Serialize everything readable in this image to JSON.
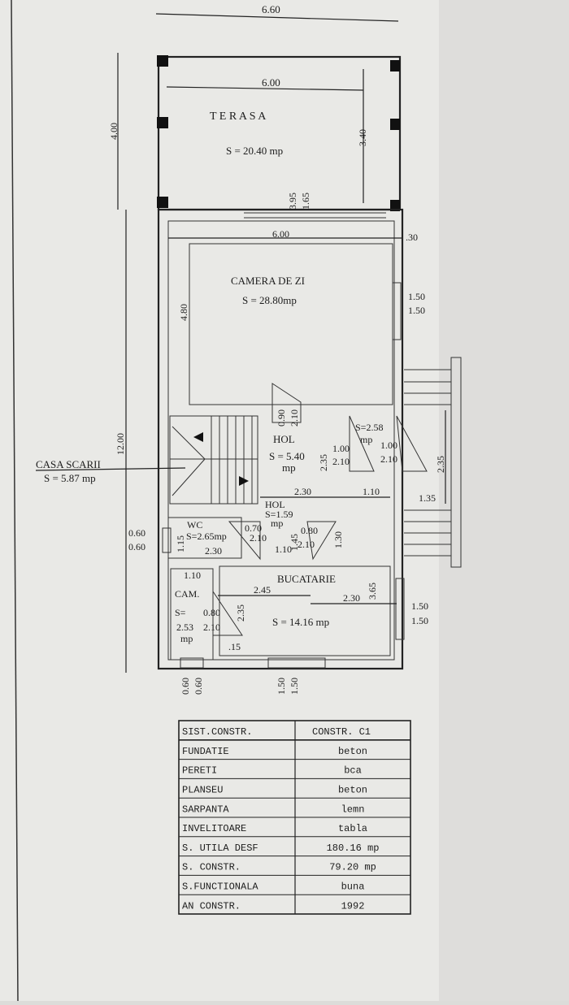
{
  "dimensions": {
    "overall_width": "6.60",
    "terrace_inner_width": "6.00",
    "terrace_depth_left": "4.00",
    "terrace_depth_right": "3.40",
    "door_terrace_a": "3.95",
    "door_terrace_b": "1.65",
    "living_width": "6.00",
    "living_wall": ".30",
    "living_depth": "4.80",
    "living_window_a": "1.50",
    "living_window_b": "1.50",
    "total_depth": "12.00",
    "hol_door_a": "0.90",
    "hol_door_b": "2.10",
    "hol_depth": "2.35",
    "hol_door2_a": "1.00",
    "hol_door2_b": "2.10",
    "small_door_a": "1.00",
    "small_door_b": "2.10",
    "stair_ext_depth": "2.35",
    "hol_width": "2.30",
    "small_width": "1.10",
    "stair_ext_width": "1.35",
    "left_win_a": "0.60",
    "left_win_b": "0.60",
    "wc_height": "1.15",
    "wc_width": "2.30",
    "wc_door_a": "0.70",
    "wc_door_b": "2.10",
    "hol2_width": "1.10",
    "hol2_depth": "1.45",
    "hol2_door_a": "0.80",
    "hol2_door_b": "2.10",
    "kitchen_top": "1.30",
    "cam_width": "1.10",
    "cam_door_a": "0.80",
    "cam_door_b": "2.10",
    "cam_wall": ".15",
    "kitchen_depth_a": "2.35",
    "kitchen_w1": "2.45",
    "kitchen_w2": "2.30",
    "kitchen_depth_b": "3.65",
    "kitchen_win_a": "1.50",
    "kitchen_win_b": "1.50",
    "bottom_win1_a": "0.60",
    "bottom_win1_b": "0.60",
    "bottom_win2_a": "1.50",
    "bottom_win2_b": "1.50"
  },
  "rooms": {
    "terasa": {
      "name": "T E R A S A",
      "area": "S = 20.40  mp"
    },
    "camera_de_zi": {
      "name": "CAMERA DE ZI",
      "area": "S = 28.80mp"
    },
    "hol": {
      "name": "HOL",
      "area": "S = 5.40",
      "unit": "mp"
    },
    "small": {
      "area": "S=2.58",
      "unit": "mp"
    },
    "casa_scarii": {
      "name": "CASA SCARII",
      "area": "S = 5.87 mp"
    },
    "hol2": {
      "name": "HOL",
      "area": "S=1.59",
      "unit": "mp"
    },
    "wc": {
      "name": "WC",
      "area": "S=2.65mp"
    },
    "cam": {
      "name": "CAM.",
      "area_a": "S=",
      "area_b": "2.53",
      "unit": "mp"
    },
    "bucatarie": {
      "name": "BUCATARIE",
      "area": "S = 14.16 mp"
    }
  },
  "table": {
    "header": [
      "SIST.CONSTR.",
      "CONSTR. C1"
    ],
    "rows": [
      [
        "FUNDATIE",
        "beton"
      ],
      [
        "PERETI",
        "bca"
      ],
      [
        "PLANSEU",
        "beton"
      ],
      [
        "SARPANTA",
        "lemn"
      ],
      [
        "INVELITOARE",
        "tabla"
      ],
      [
        "S. UTILA DESF",
        "180.16 mp"
      ],
      [
        "S. CONSTR.",
        "79.20 mp"
      ],
      [
        "S.FUNCTIONALA",
        "buna"
      ],
      [
        "AN CONSTR.",
        "1992"
      ]
    ]
  }
}
